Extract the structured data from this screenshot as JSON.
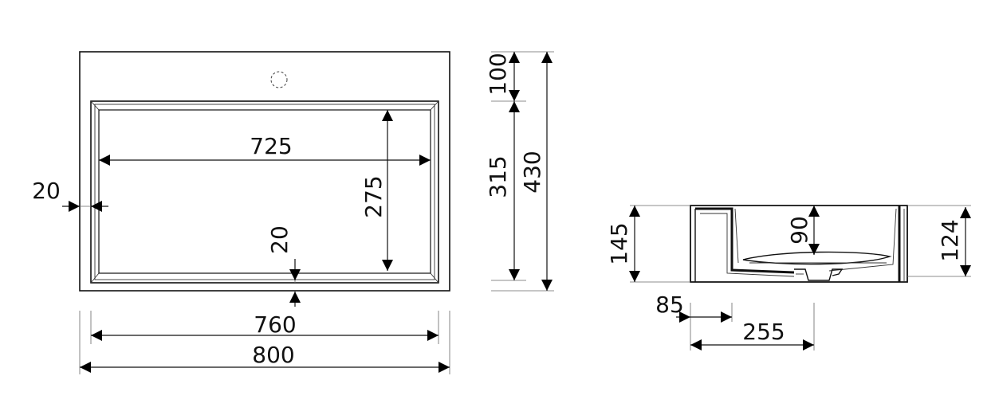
{
  "top_view": {
    "dims": {
      "overall_width": "800",
      "inner_width": "760",
      "basin_width": "725",
      "basin_depth": "275",
      "rim_side": "20",
      "rim_front": "20"
    }
  },
  "right_dims": {
    "faucet_zone": "100",
    "basin_zone": "315",
    "overall_depth": "430"
  },
  "section_view": {
    "dims": {
      "overall_height": "145",
      "inner_height": "124",
      "bowl_depth": "90",
      "wall_offset": "85",
      "drain_offset": "255"
    }
  }
}
